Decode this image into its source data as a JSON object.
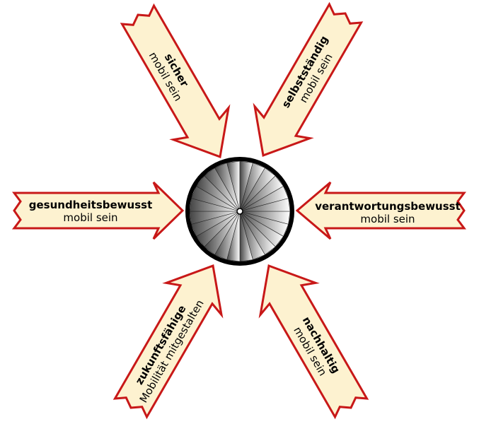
{
  "arrows": [
    {
      "id": "sicher",
      "title": "sicher",
      "subtitle": "mobil sein"
    },
    {
      "id": "selbststaendig",
      "title": "selbstständig",
      "subtitle": "mobil sein"
    },
    {
      "id": "verantwortungsbewusst",
      "title": "verantwortungsbewusst",
      "subtitle": "mobil sein"
    },
    {
      "id": "nachhaltig",
      "title": "nachhaltig",
      "subtitle": "mobil sein"
    },
    {
      "id": "zukunftsfaehige",
      "title": "zukunftsfähige",
      "subtitle": "Mobilität mitgestalten"
    },
    {
      "id": "gesundheitsbewusst",
      "title": "gesundheitsbewusst",
      "subtitle": "mobil sein"
    }
  ],
  "colors": {
    "arrow_fill": "#FDF2D0",
    "arrow_stroke": "#C81818",
    "wheel_ring": "#000000",
    "spoke_dark": "#444444",
    "spoke_light": "#ffffff"
  },
  "wheel": {
    "spoke_count": 24,
    "icon": "wheel-icon"
  }
}
